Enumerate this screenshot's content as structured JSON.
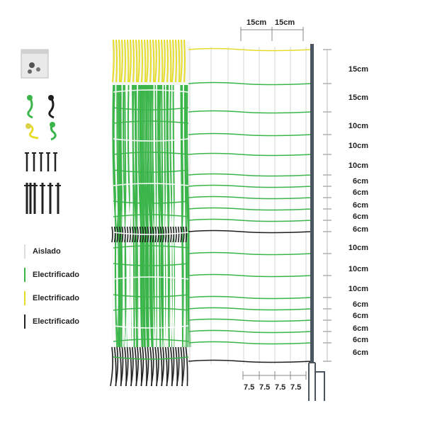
{
  "top_labels": [
    "15cm",
    "15cm"
  ],
  "spacing_labels": [
    "15cm",
    "15cm",
    "10cm",
    "10cm",
    "10cm",
    "6cm",
    "6cm",
    "6cm",
    "6cm",
    "6cm",
    "10cm",
    "10cm",
    "10cm",
    "6cm",
    "6cm",
    "6cm",
    "6cm",
    "6cm"
  ],
  "bottom_labels": [
    "7.5",
    "7.5",
    "7.5",
    "7.5"
  ],
  "legend": [
    {
      "label": "Aislado",
      "color": "#dddddd"
    },
    {
      "label": "Electrificado",
      "color": "#3bb54a"
    },
    {
      "label": "Electrificado",
      "color": "#e6dd2a"
    },
    {
      "label": "Electrificado",
      "color": "#222222"
    }
  ],
  "accessories": [
    "hardware-bag-icon",
    "connector-cables-icon",
    "connector-clips-icon",
    "small-pegs-icon",
    "ground-pegs-icon"
  ],
  "colors": {
    "green": "#3bb54a",
    "yellow": "#e6dd2a",
    "black": "#1e1e1e",
    "white": "#e8e8e8",
    "post": "#4a5560"
  }
}
